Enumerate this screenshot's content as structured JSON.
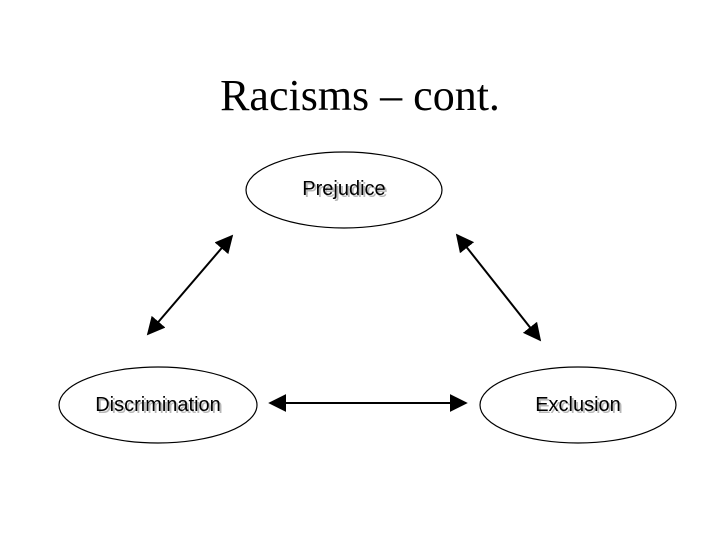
{
  "slide": {
    "title": "Racisms – cont."
  },
  "diagram": {
    "nodes": [
      {
        "id": "prejudice",
        "label": "Prejudice"
      },
      {
        "id": "discrimination",
        "label": "Discrimination"
      },
      {
        "id": "exclusion",
        "label": "Exclusion"
      }
    ],
    "edges": [
      {
        "from": "prejudice",
        "to": "discrimination",
        "type": "bidirectional"
      },
      {
        "from": "prejudice",
        "to": "exclusion",
        "type": "bidirectional"
      },
      {
        "from": "discrimination",
        "to": "exclusion",
        "type": "bidirectional"
      }
    ],
    "colors": {
      "stroke": "#000000",
      "fill": "#ffffff",
      "text": "#000000"
    }
  }
}
